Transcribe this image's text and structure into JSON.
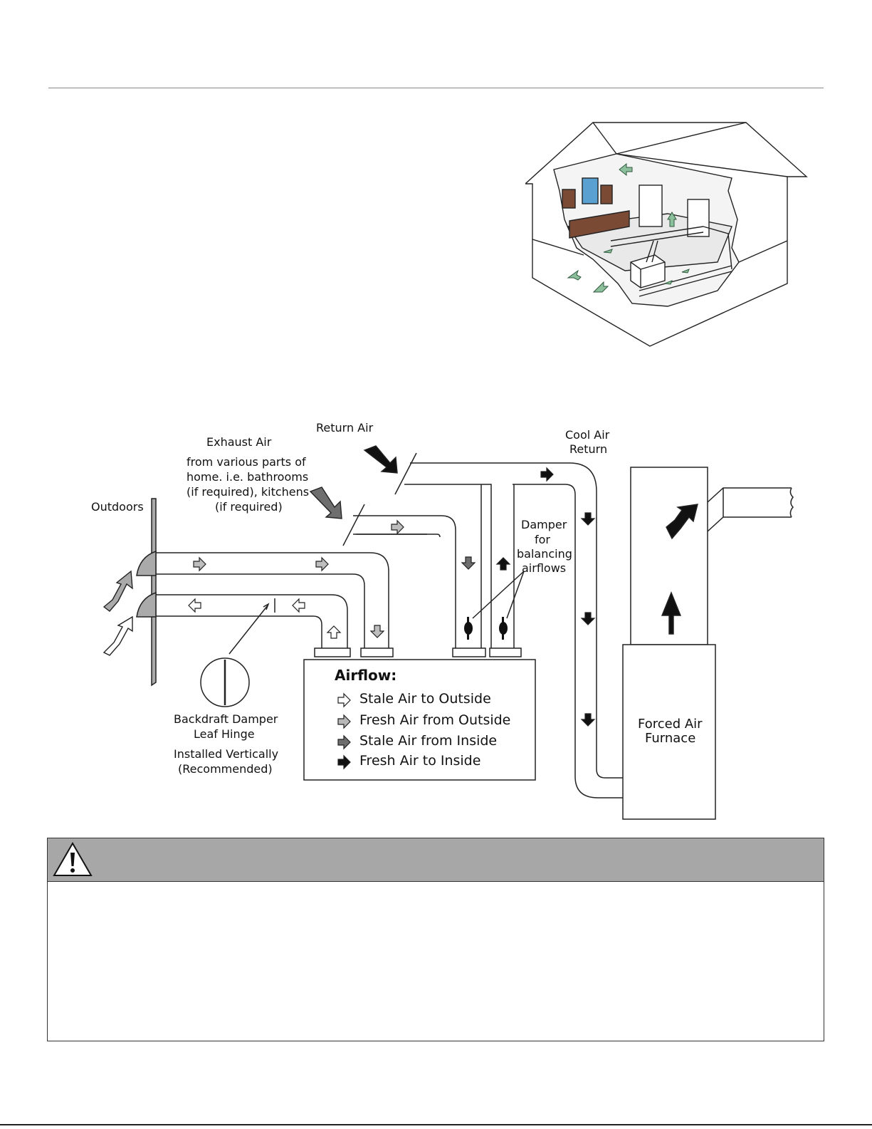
{
  "diagram": {
    "labels": {
      "return_air": "Return Air",
      "exhaust_air": "Exhaust Air",
      "exhaust_desc_1": "from various parts of",
      "exhaust_desc_2": "home. i.e. bathrooms",
      "exhaust_desc_3": "(if required), kitchens",
      "exhaust_desc_4": "(if required)",
      "outdoors": "Outdoors",
      "cool_air_1": "Cool Air",
      "cool_air_2": "Return",
      "damper_1": "Damper",
      "damper_2": "for",
      "damper_3": "balancing",
      "damper_4": "airflows",
      "backdraft_1": "Backdraft Damper",
      "backdraft_2": "Leaf Hinge",
      "installed_1": "Installed Vertically",
      "installed_2": "(Recommended)",
      "furnace_1": "Forced Air",
      "furnace_2": "Furnace"
    },
    "legend": {
      "title": "Airflow:",
      "items": [
        {
          "label": "Stale Air to Outside",
          "color": "#ffffff"
        },
        {
          "label": "Fresh Air from Outside",
          "color": "#b8b8b8"
        },
        {
          "label": "Stale Air from Inside",
          "color": "#6e6e6e"
        },
        {
          "label": "Fresh Air to Inside",
          "color": "#111111"
        }
      ]
    }
  },
  "warning": {
    "icon": "warning-triangle-icon",
    "bar_color": "#a7a7a7"
  }
}
